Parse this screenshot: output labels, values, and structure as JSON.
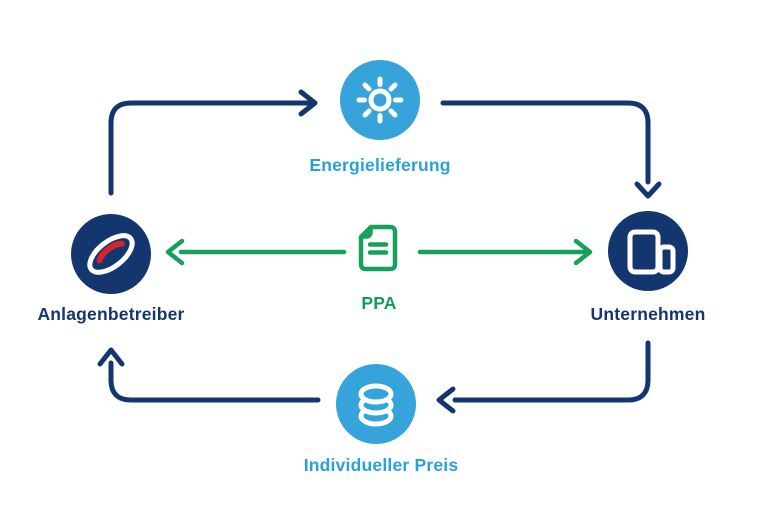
{
  "diagram": {
    "nodes": {
      "energy": {
        "label": "Energielieferung",
        "icon": "sun-icon"
      },
      "operator": {
        "label": "Anlagenbetreiber",
        "icon": "swoosh-logo-icon"
      },
      "company": {
        "label": "Unternehmen",
        "icon": "buildings-icon"
      },
      "contract": {
        "label": "PPA",
        "icon": "document-icon"
      },
      "price": {
        "label": "Individueller Preis",
        "icon": "coin-stack-icon"
      }
    },
    "colors": {
      "navy": "#14366E",
      "light_blue": "#36A3DB",
      "green": "#16A05A",
      "label_blue": "#2AA0DC",
      "label_green": "#149B58",
      "logo_red": "#D8232A",
      "background": "#FFFFFF"
    }
  }
}
